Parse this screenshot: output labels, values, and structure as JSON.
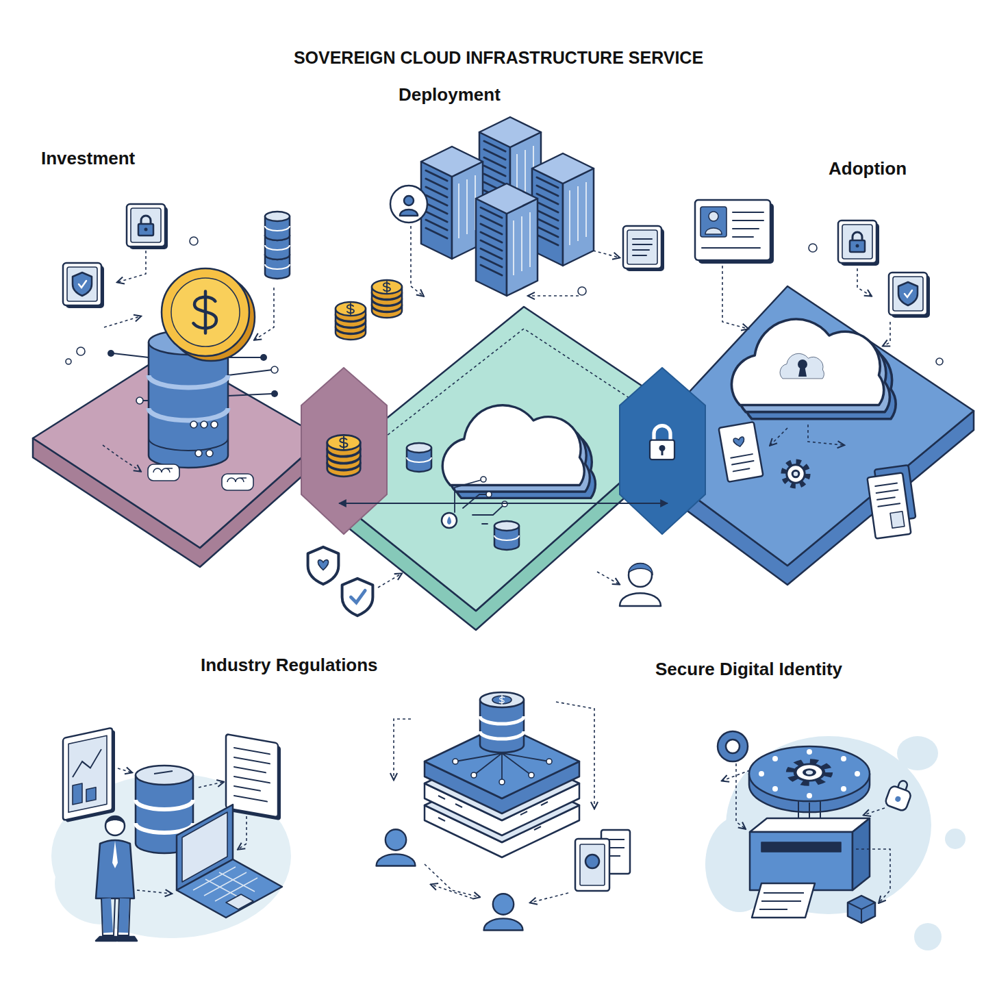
{
  "diagram": {
    "title": "SOVEREIGN CLOUD INFRASTRUCTURE SERVICE",
    "nodes": [
      {
        "text": [
          "Deployment"
        ]
      },
      {
        "text": [
          "Investment"
        ]
      },
      {
        "text": [
          "Adoption"
        ]
      },
      {
        "text": [
          "Industry Regulations"
        ]
      },
      {
        "text": [
          "Secure Digital Identity"
        ]
      }
    ],
    "edges": [
      {
        "from": 1,
        "to": 2,
        "arrow": "both"
      }
    ]
  }
}
